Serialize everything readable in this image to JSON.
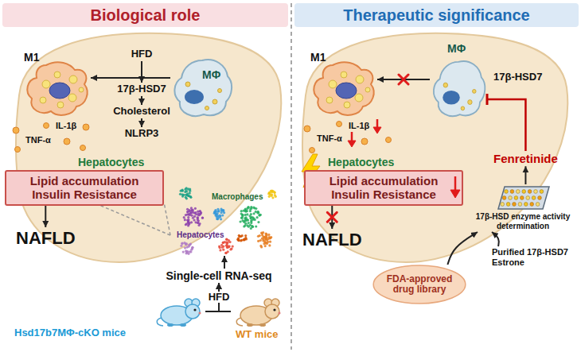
{
  "diagram": {
    "nodes": [
      {
        "text": [
          "Biological role"
        ]
      },
      {
        "text": [
          "HFD"
        ]
      },
      {
        "text": [
          "M1"
        ]
      },
      {
        "text": [
          "MΦ"
        ]
      },
      {
        "text": [
          "17β-HSD7"
        ]
      },
      {
        "text": [
          "Cholesterol"
        ]
      },
      {
        "text": [
          "NLRP3"
        ]
      },
      {
        "text": [
          "Hepatocytes",
          "Lipid accumulation Insulin Resistance"
        ]
      },
      {
        "text": [
          "Macrophages",
          "Hepatocytes"
        ]
      },
      {
        "text": [
          "NAFLD"
        ]
      },
      {
        "text": [
          "Single-cell RNA-seq"
        ]
      },
      {
        "text": [
          "Hsd17b7MΦ-cKO mice"
        ]
      },
      {
        "text": [
          "WT mice"
        ]
      },
      {
        "text": [
          "Therapeutic significance"
        ]
      },
      {
        "text": [
          "M1"
        ]
      },
      {
        "text": [
          "MΦ",
          "17β-HSD7"
        ]
      },
      {
        "text": [
          "Hepatocytes",
          "Lipid accumulation Insulin Resistance"
        ]
      },
      {
        "text": [
          "Fenretinide"
        ]
      },
      {
        "text": [
          "NAFLD"
        ]
      },
      {
        "text": [
          "17β-HSD enzyme activity determination"
        ]
      },
      {
        "text": [
          "Purified 17β-HSD7 Estrone"
        ]
      },
      {
        "text": [
          "FDA-approved drug library"
        ]
      }
    ],
    "edges": [
      {
        "from": 1,
        "to": 4,
        "arrow": "to"
      },
      {
        "from": 4,
        "to": 5,
        "arrow": "to"
      },
      {
        "from": 5,
        "to": 6,
        "arrow": "to"
      },
      {
        "from": 3,
        "to": 2,
        "arrow": "to"
      },
      {
        "from": 7,
        "to": 9,
        "arrow": "to"
      },
      {
        "from": 11,
        "to": 10,
        "label": "HFD",
        "arrow": "to"
      },
      {
        "from": 12,
        "to": 10,
        "arrow": "to"
      },
      {
        "from": 10,
        "to": 8,
        "arrow": "to"
      },
      {
        "from": 8,
        "to": 7,
        "arrow": "none"
      },
      {
        "from": 8,
        "to": 7,
        "arrow": "none"
      },
      {
        "from": 15,
        "to": 14,
        "arrow": "to"
      },
      {
        "from": 16,
        "to": 18,
        "arrow": "to"
      },
      {
        "from": 17,
        "to": 15,
        "arrow": "to"
      },
      {
        "from": 19,
        "to": 17,
        "arrow": "to"
      },
      {
        "from": 20,
        "to": 19,
        "arrow": "to"
      },
      {
        "from": 21,
        "to": 19,
        "arrow": "to"
      }
    ],
    "labels": [
      "IL-1β",
      "TNF-α",
      "IL-1β",
      "TNF-α"
    ]
  }
}
